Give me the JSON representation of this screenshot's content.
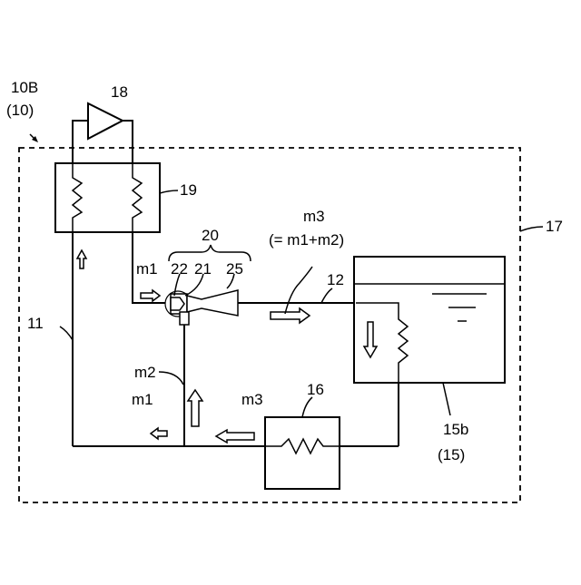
{
  "labels": {
    "system_ref": "10B",
    "system_ref_paren": "(10)",
    "compressor": "18",
    "heat_exchanger": "19",
    "boundary": "17",
    "ejector_group": "20",
    "ejector_nozzle": "22",
    "ejector_body": "21",
    "ejector_diffuser": "25",
    "flow_m1_top": "m1",
    "flow_m3_top": "m3",
    "flow_m3_formula": "(= m1+m2)",
    "pipe_12": "12",
    "pipe_11": "11",
    "flow_m2": "m2",
    "flow_m1_bottom": "m1",
    "flow_m3_bottom": "m3",
    "heater": "16",
    "tank": "15b",
    "tank_paren": "(15)"
  }
}
